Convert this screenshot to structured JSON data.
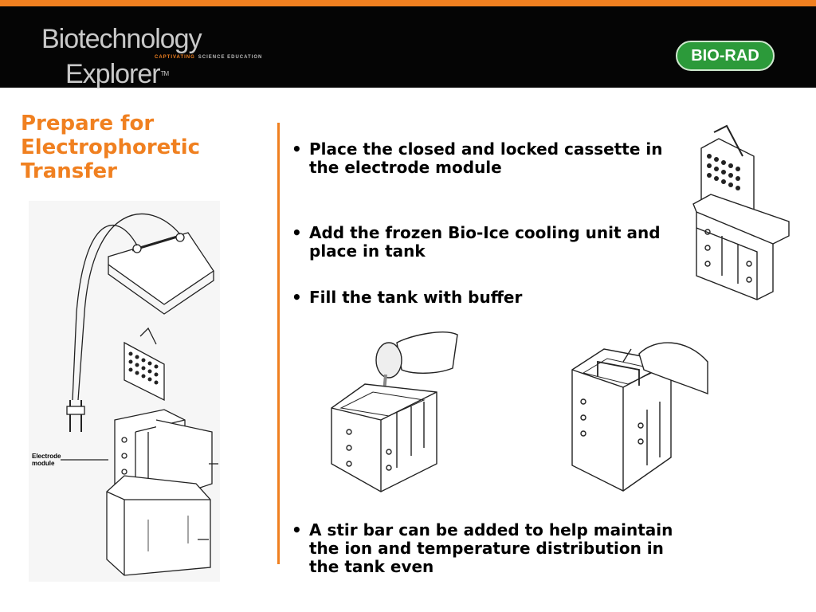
{
  "header": {
    "brand_line1": "Biotechnology",
    "brand_tagline_1": "CAPTIVATING",
    "brand_tagline_2": "SCIENCE EDUCATION",
    "brand_line2": "Explorer",
    "brand_tm": "TM",
    "logo_text": "BIO-RAD"
  },
  "title": "Prepare for Electrophoretic Transfer",
  "bullets": [
    "Place the closed and locked cassette in the electrode module",
    "Add the frozen Bio-Ice cooling unit and place in tank",
    "Fill the tank with buffer",
    "A stir bar can be added to help maintain the ion and temperature distribution in the tank even"
  ],
  "bullet_symbol": "•",
  "figure_label": "Electrode module",
  "colors": {
    "accent": "#f08020",
    "header_bg": "#050505",
    "logo_green": "#2c9a3a"
  }
}
